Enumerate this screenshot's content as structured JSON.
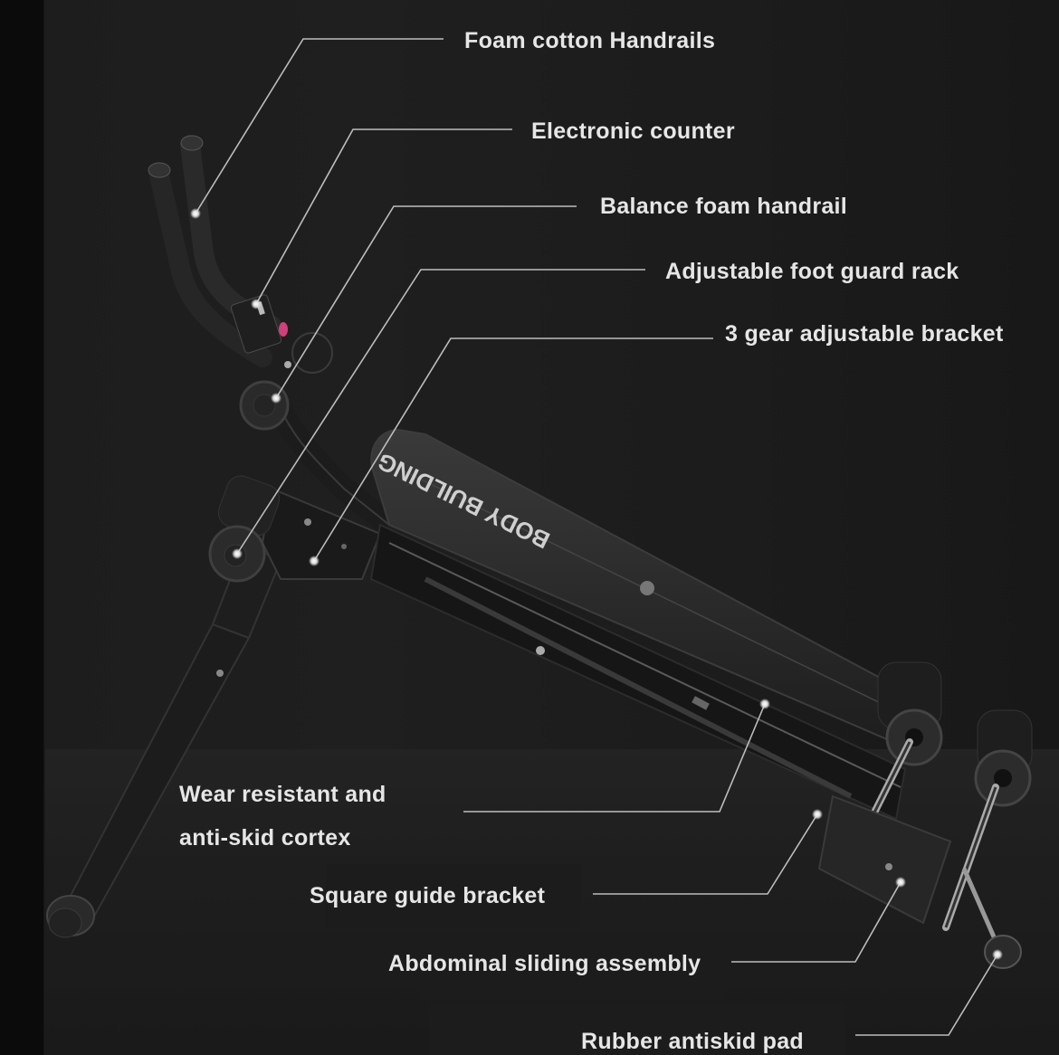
{
  "diagram": {
    "subject": "Abdominal exercise bench",
    "brand_text_on_pad": "BODY BUILDING",
    "background_color": "#1a1a1a",
    "label_color": "#e6e6e6",
    "leader_line_color": "#bdbdbd",
    "counter_button_color": "#d0407a"
  },
  "labels": [
    {
      "id": "foam-cotton-handrails",
      "text": "Foam cotton Handrails"
    },
    {
      "id": "electronic-counter",
      "text": "Electronic counter"
    },
    {
      "id": "balance-foam-handrail",
      "text": "Balance foam handrail"
    },
    {
      "id": "adjustable-foot-guard-rack",
      "text": "Adjustable foot guard rack"
    },
    {
      "id": "3-gear-adjustable-bracket",
      "text": "3 gear adjustable bracket"
    },
    {
      "id": "wear-resistant-line1",
      "text": "Wear resistant and"
    },
    {
      "id": "wear-resistant-line2",
      "text": "anti-skid cortex"
    },
    {
      "id": "square-guide-bracket",
      "text": "Square guide bracket"
    },
    {
      "id": "abdominal-sliding-assembly",
      "text": "Abdominal sliding assembly"
    },
    {
      "id": "rubber-antiskid-pad",
      "text": "Rubber antiskid pad"
    }
  ]
}
